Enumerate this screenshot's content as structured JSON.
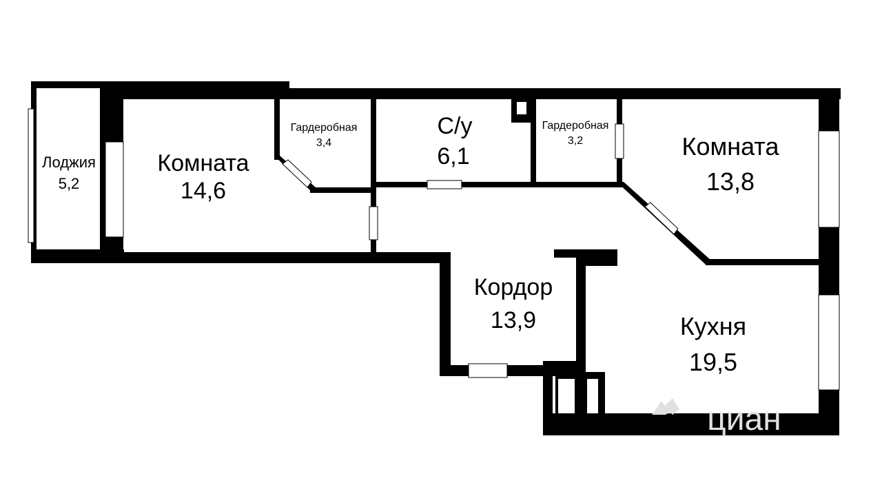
{
  "rooms": {
    "loggia": {
      "name": "Лоджия",
      "area": "5,2"
    },
    "room_left": {
      "name": "Комната",
      "area": "14,6"
    },
    "wardrobe_left": {
      "name": "Гардеробная",
      "area": "3,4"
    },
    "bathroom": {
      "name": "С/у",
      "area": "6,1"
    },
    "wardrobe_right": {
      "name": "Гардеробная",
      "area": "3,2"
    },
    "room_right": {
      "name": "Комната",
      "area": "13,8"
    },
    "corridor": {
      "name": "Кордор",
      "area": "13,9"
    },
    "kitchen": {
      "name": "Кухня",
      "area": "19,5"
    }
  },
  "watermark": {
    "text": "циан",
    "icon": "cian-logo-icon"
  },
  "colors": {
    "wall": "#000000",
    "background": "#ffffff",
    "window": "#ffffff",
    "watermark": "#e0e0e0"
  }
}
